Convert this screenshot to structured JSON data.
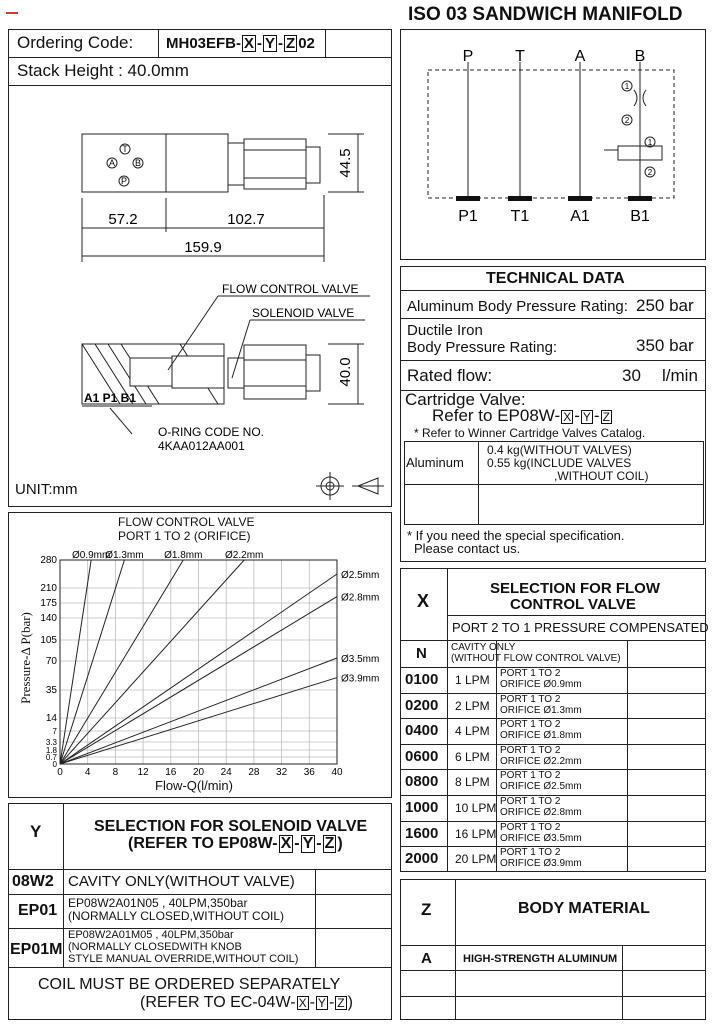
{
  "header": {
    "title": "ISO 03 SANDWICH MANIFOLD"
  },
  "ordering": {
    "label": "Ordering Code:",
    "code_prefix": "MH03EFB-",
    "code_x": "X",
    "code_y": "Y",
    "code_z": "Z",
    "code_suffix": "02",
    "stack_height": "Stack Height : 40.0mm"
  },
  "drawing": {
    "ports": [
      "P",
      "T",
      "A",
      "B"
    ],
    "port_letters": [
      "T",
      "A",
      "B",
      "P"
    ],
    "dim_h": "44.5",
    "dim_a": "57.2",
    "dim_b": "102.7",
    "dim_total": "159.9",
    "flow_valve_label": "FLOW CONTROL VALVE",
    "solenoid_label": "SOLENOID VALVE",
    "dim_v": "40.0",
    "section_ports": "A1 P1 B1",
    "oring_title": "O-RING CODE NO.",
    "oring_code": "4KAA012AA001",
    "unit": "UNIT:mm"
  },
  "schematic": {
    "top_ports": [
      "P",
      "T",
      "A",
      "B"
    ],
    "bottom_ports": [
      "P1",
      "T1",
      "A1",
      "B1"
    ],
    "circle_labels": [
      "1",
      "2",
      "1",
      "2"
    ]
  },
  "technical": {
    "title": "TECHNICAL DATA",
    "al_label": "Aluminum Body Pressure Rating:",
    "al_value": "250 bar",
    "di_label1": "Ductile Iron",
    "di_label2": "Body Pressure Rating:",
    "di_value": "350 bar",
    "flow_label": "Rated flow:",
    "flow_value": "30",
    "flow_unit": "l/min",
    "cart_label": "Cartridge Valve:",
    "cart_ref": "Refer to EP08W-",
    "cart_note": "* Refer to Winner Cartridge Valves Catalog.",
    "weight_material": "Aluminum",
    "weight_1": "0.4   kg(WITHOUT VALVES)",
    "weight_2": "0.55  kg(INCLUDE VALVES",
    "weight_3": ",WITHOUT COIL)",
    "note1": "* If you need the special specification.",
    "note2": "Please contact us."
  },
  "chart_data": {
    "type": "line",
    "title": "FLOW CONTROL VALVE",
    "subtitle": "PORT 1 TO 2 (ORIFICE)",
    "xlabel": "Flow-Q(l/min)",
    "ylabel": "Pressure-Δ P(bar)",
    "xlim": [
      0,
      40
    ],
    "ylim": [
      0,
      280
    ],
    "x_ticks": [
      0,
      4,
      8,
      12,
      16,
      20,
      24,
      28,
      32,
      36,
      40
    ],
    "y_ticks": [
      0,
      0.7,
      1.8,
      3.3,
      7,
      14,
      35,
      70,
      105,
      140,
      175,
      210,
      280
    ],
    "series": [
      {
        "name": "Ø0.9mm",
        "x": [
          0,
          4.5
        ],
        "y": [
          0,
          280
        ]
      },
      {
        "name": "Ø1.3mm",
        "x": [
          0,
          9.3
        ],
        "y": [
          0,
          280
        ]
      },
      {
        "name": "Ø1.8mm",
        "x": [
          0,
          17.8
        ],
        "y": [
          0,
          280
        ]
      },
      {
        "name": "Ø2.2mm",
        "x": [
          0,
          26.6
        ],
        "y": [
          0,
          280
        ]
      },
      {
        "name": "Ø2.5mm",
        "x": [
          0,
          40
        ],
        "y": [
          0,
          245
        ]
      },
      {
        "name": "Ø2.8mm",
        "x": [
          0,
          40
        ],
        "y": [
          0,
          190
        ]
      },
      {
        "name": "Ø3.5mm",
        "x": [
          0,
          40
        ],
        "y": [
          0,
          75
        ]
      },
      {
        "name": "Ø3.9mm",
        "x": [
          0,
          40
        ],
        "y": [
          0,
          50
        ]
      }
    ],
    "grid": true
  },
  "solenoid": {
    "y_label": "Y",
    "title1": "SELECTION FOR SOLENOID VALVE",
    "title2": "(REFER TO EP08W-",
    "rows": [
      {
        "code": "08W2",
        "desc": [
          "CAVITY ONLY(WITHOUT VALVE)"
        ]
      },
      {
        "code": "EP01",
        "desc": [
          "EP08W2A01N05 , 40LPM,350bar",
          "(NORMALLY CLOSED,WITHOUT COIL)"
        ]
      },
      {
        "code": "EP01M",
        "desc": [
          "EP08W2A01M05 , 40LPM,350bar",
          "(NORMALLY CLOSEDWITH KNOB",
          "STYLE MANUAL OVERRIDE,WITHOUT COIL)"
        ]
      }
    ],
    "coil1": "COIL MUST BE ORDERED SEPARATELY",
    "coil2": "(REFER TO EC-04W-"
  },
  "flowsel": {
    "x_label": "X",
    "title1": "SELECTION FOR FLOW",
    "title2": "CONTROL VALVE",
    "port_header": "PORT 2 TO 1 PRESSURE COMPENSATED",
    "n_code": "N",
    "n_desc1": "CAVITY ONLY",
    "n_desc2": "(WITHOUT FLOW CONTROL VALVE)",
    "rows": [
      {
        "code": "0100",
        "lpm": "1 LPM",
        "orifice": "ORIFICE Ø0.9mm"
      },
      {
        "code": "0200",
        "lpm": "2 LPM",
        "orifice": "ORIFICE Ø1.3mm"
      },
      {
        "code": "0400",
        "lpm": "4 LPM",
        "orifice": "ORIFICE Ø1.8mm"
      },
      {
        "code": "0600",
        "lpm": "6 LPM",
        "orifice": "ORIFICE Ø2.2mm"
      },
      {
        "code": "0800",
        "lpm": "8 LPM",
        "orifice": "ORIFICE Ø2.5mm"
      },
      {
        "code": "1000",
        "lpm": "10 LPM",
        "orifice": "ORIFICE Ø2.8mm"
      },
      {
        "code": "1600",
        "lpm": "16 LPM",
        "orifice": "ORIFICE Ø3.5mm"
      },
      {
        "code": "2000",
        "lpm": "20 LPM",
        "orifice": "ORIFICE Ø3.9mm"
      }
    ],
    "port_line": "PORT 1 TO 2"
  },
  "material": {
    "z_label": "Z",
    "title": "BODY MATERIAL",
    "code": "A",
    "desc": "HIGH-STRENGTH ALUMINUM"
  }
}
